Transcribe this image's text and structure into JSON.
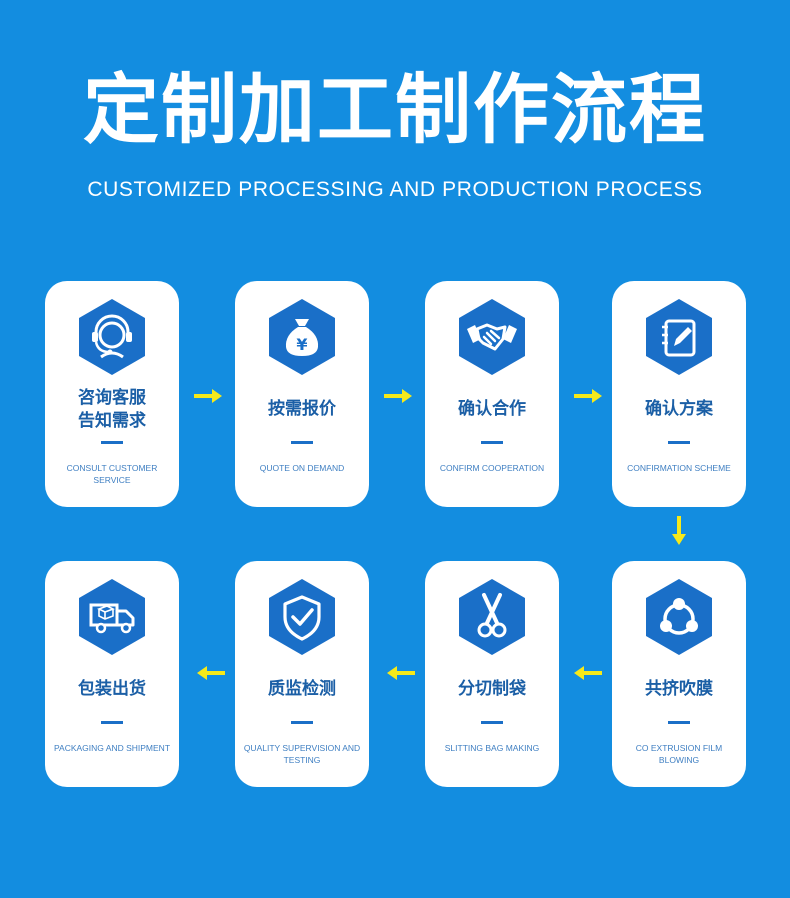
{
  "title": "定制加工制作流程",
  "subtitle": "CUSTOMIZED PROCESSING AND PRODUCTION PROCESS",
  "colors": {
    "background": "#138de0",
    "card": "#ffffff",
    "hexagon": "#1a6fc8",
    "arrow": "#f6e91a"
  },
  "steps": [
    {
      "cn": "咨询客服\n告知需求",
      "en": "CONSULT CUSTOMER SERVICE",
      "icon": "headset-icon"
    },
    {
      "cn": "按需报价",
      "en": "QUOTE ON DEMAND",
      "icon": "money-bag-icon"
    },
    {
      "cn": "确认合作",
      "en": "CONFIRM COOPERATION",
      "icon": "handshake-icon"
    },
    {
      "cn": "确认方案",
      "en": "CONFIRMATION SCHEME",
      "icon": "notebook-pen-icon"
    },
    {
      "cn": "共挤吹膜",
      "en": "CO EXTRUSION FILM BLOWING",
      "icon": "network-nodes-icon"
    },
    {
      "cn": "分切制袋",
      "en": "SLITTING BAG MAKING",
      "icon": "scissors-icon"
    },
    {
      "cn": "质监检测",
      "en": "QUALITY SUPERVISION AND TESTING",
      "icon": "shield-check-icon"
    },
    {
      "cn": "包装出货",
      "en": "PACKAGING AND SHIPMENT",
      "icon": "delivery-truck-icon"
    }
  ]
}
